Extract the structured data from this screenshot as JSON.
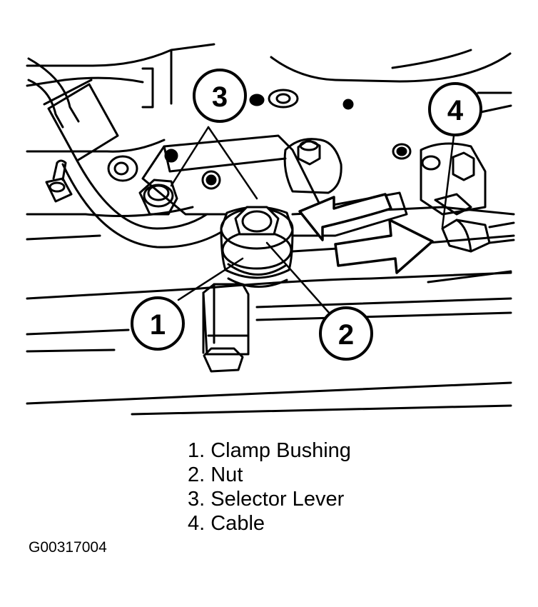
{
  "diagram": {
    "callouts": [
      {
        "number": "1",
        "label": "Clamp Bushing"
      },
      {
        "number": "2",
        "label": "Nut"
      },
      {
        "number": "3",
        "label": "Selector Lever"
      },
      {
        "number": "4",
        "label": "Cable"
      }
    ],
    "legend": [
      "1. Clamp Bushing",
      "2. Nut",
      "3. Selector Lever",
      "4. Cable"
    ],
    "figure_id": "G00317004"
  }
}
